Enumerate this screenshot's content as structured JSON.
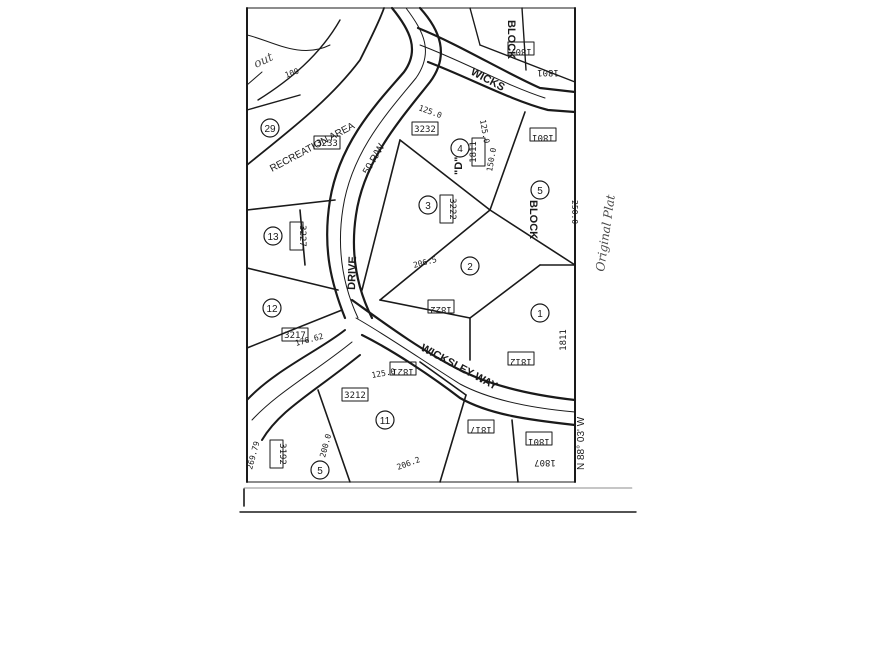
{
  "annotation": {
    "original_plat": "Original Plat"
  },
  "labels": {
    "recreation_area": "RECREATION AREA",
    "out": "out",
    "block_top": "BLOCK",
    "block_right": "BLOCK",
    "wicks_top": "WICKS",
    "wicksley_way": "WICKSLEY WAY",
    "drive": "DRIVE",
    "so_r_w": "50 R/W",
    "d_label": "\"D\"",
    "bearing": "N 88° 03' W"
  },
  "lots": {
    "lot_29": "29",
    "lot_13": "13",
    "lot_12": "12",
    "lot_1": "1",
    "lot_2": "2",
    "lot_3": "3",
    "lot_4": "4",
    "lot_5": "5",
    "lot_11": "11",
    "lot_5b": "5"
  },
  "addresses": {
    "a3233": "3233",
    "a3232": "3232",
    "a3227": "3227",
    "a3222": "3222",
    "a3217": "3217",
    "a3212": "3212",
    "a3192": "3192",
    "a1822": "1822",
    "a1812": "1812",
    "a1817": "1817",
    "a1807_top": "1807",
    "a1801_top": "1801",
    "a1811_top": "1811",
    "a1801_r": "1801",
    "a1801_b": "1801",
    "a1807_b": "1807",
    "a1821": "1821",
    "a1811_r": "1811"
  },
  "dims": {
    "d100": "100",
    "d1250_a": "125.0",
    "d1250_b": "125.0",
    "d2500": "250.0",
    "d2000": "200.0",
    "d2062": "206.2",
    "d26979": "269.79",
    "d1250_c": "125.0",
    "d1500": "150.0",
    "d17662": "176.62",
    "d2065": "206.5"
  }
}
